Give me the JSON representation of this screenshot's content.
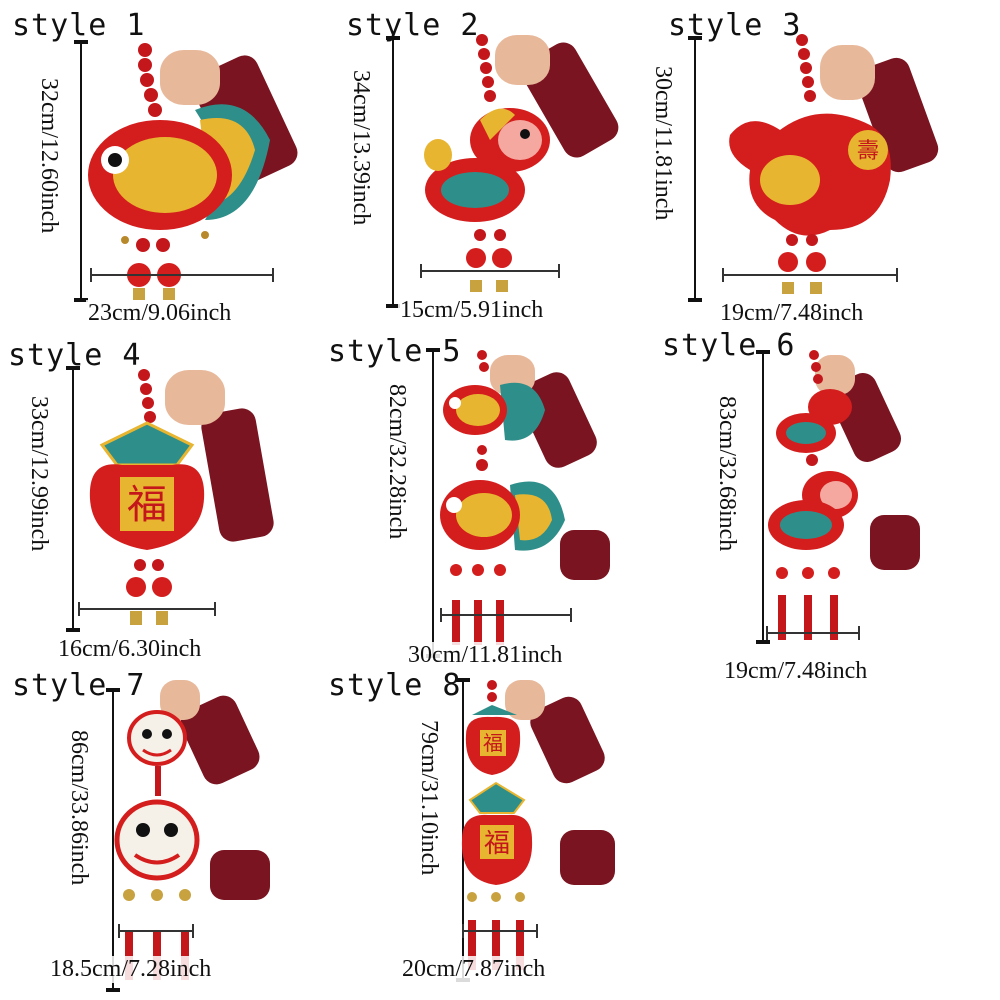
{
  "styles": [
    {
      "label": "style 1",
      "height": "32cm/12.60inch",
      "width": "23cm/9.06inch",
      "ornament": "goldfish-ornament-icon"
    },
    {
      "label": "style 2",
      "height": "34cm/13.39inch",
      "width": "15cm/5.91inch",
      "ornament": "horse-ornament-icon"
    },
    {
      "label": "style 3",
      "height": "30cm/11.81inch",
      "width": "19cm/7.48inch",
      "ornament": "gourd-ornament-icon"
    },
    {
      "label": "style 4",
      "height": "33cm/12.99inch",
      "width": "16cm/6.30inch",
      "ornament": "fu-pouch-ornament-icon"
    },
    {
      "label": "style 5",
      "height": "82cm/32.28inch",
      "width": "30cm/11.81inch",
      "ornament": "double-goldfish-ornament-icon"
    },
    {
      "label": "style 6",
      "height": "83cm/32.68inch",
      "width": "19cm/7.48inch",
      "ornament": "double-horse-ornament-icon"
    },
    {
      "label": "style 7",
      "height": "86cm/33.86inch",
      "width": "18.5cm/7.28inch",
      "ornament": "lion-head-ornament-icon"
    },
    {
      "label": "style 8",
      "height": "79cm/31.10inch",
      "width": "20cm/7.87inch",
      "ornament": "double-fu-pouch-ornament-icon"
    }
  ],
  "fu_character": "福",
  "colors": {
    "red": "#d41e1e",
    "dark_red": "#8e0f12",
    "gold": "#e8b530",
    "teal": "#2e8f8a",
    "sleeve": "#7a1420",
    "skin": "#e8b89a"
  }
}
